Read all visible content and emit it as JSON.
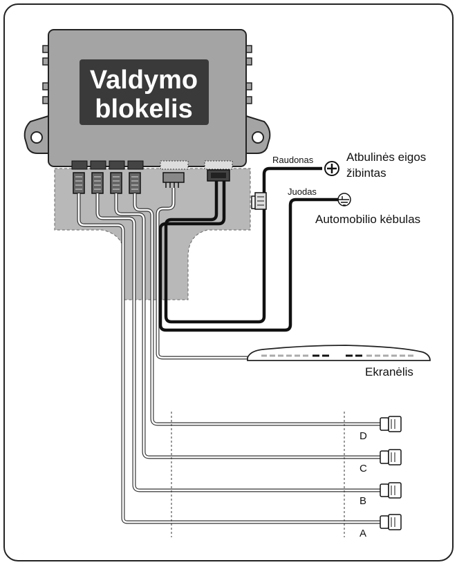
{
  "title": {
    "line1": "Valdymo",
    "line2": "blokelis"
  },
  "labels": {
    "red_wire": "Raudonas",
    "black_wire": "Juodas",
    "reverse_light_line1": "Atbulinės eigos",
    "reverse_light_line2": "žibintas",
    "car_body": "Automobilio kėbulas",
    "display": "Ekranėlis"
  },
  "sensors": [
    {
      "label": "D"
    },
    {
      "label": "C"
    },
    {
      "label": "B"
    },
    {
      "label": "A"
    }
  ],
  "icons": {
    "positive": "plus-terminal-icon",
    "ground": "ground-symbol-icon"
  },
  "colors": {
    "unit_body": "#a4a4a4",
    "title_box": "#3a3a3a",
    "title_text": "#ffffff",
    "shadow_area": "#b8b8b8",
    "power_wire": "#111111"
  }
}
